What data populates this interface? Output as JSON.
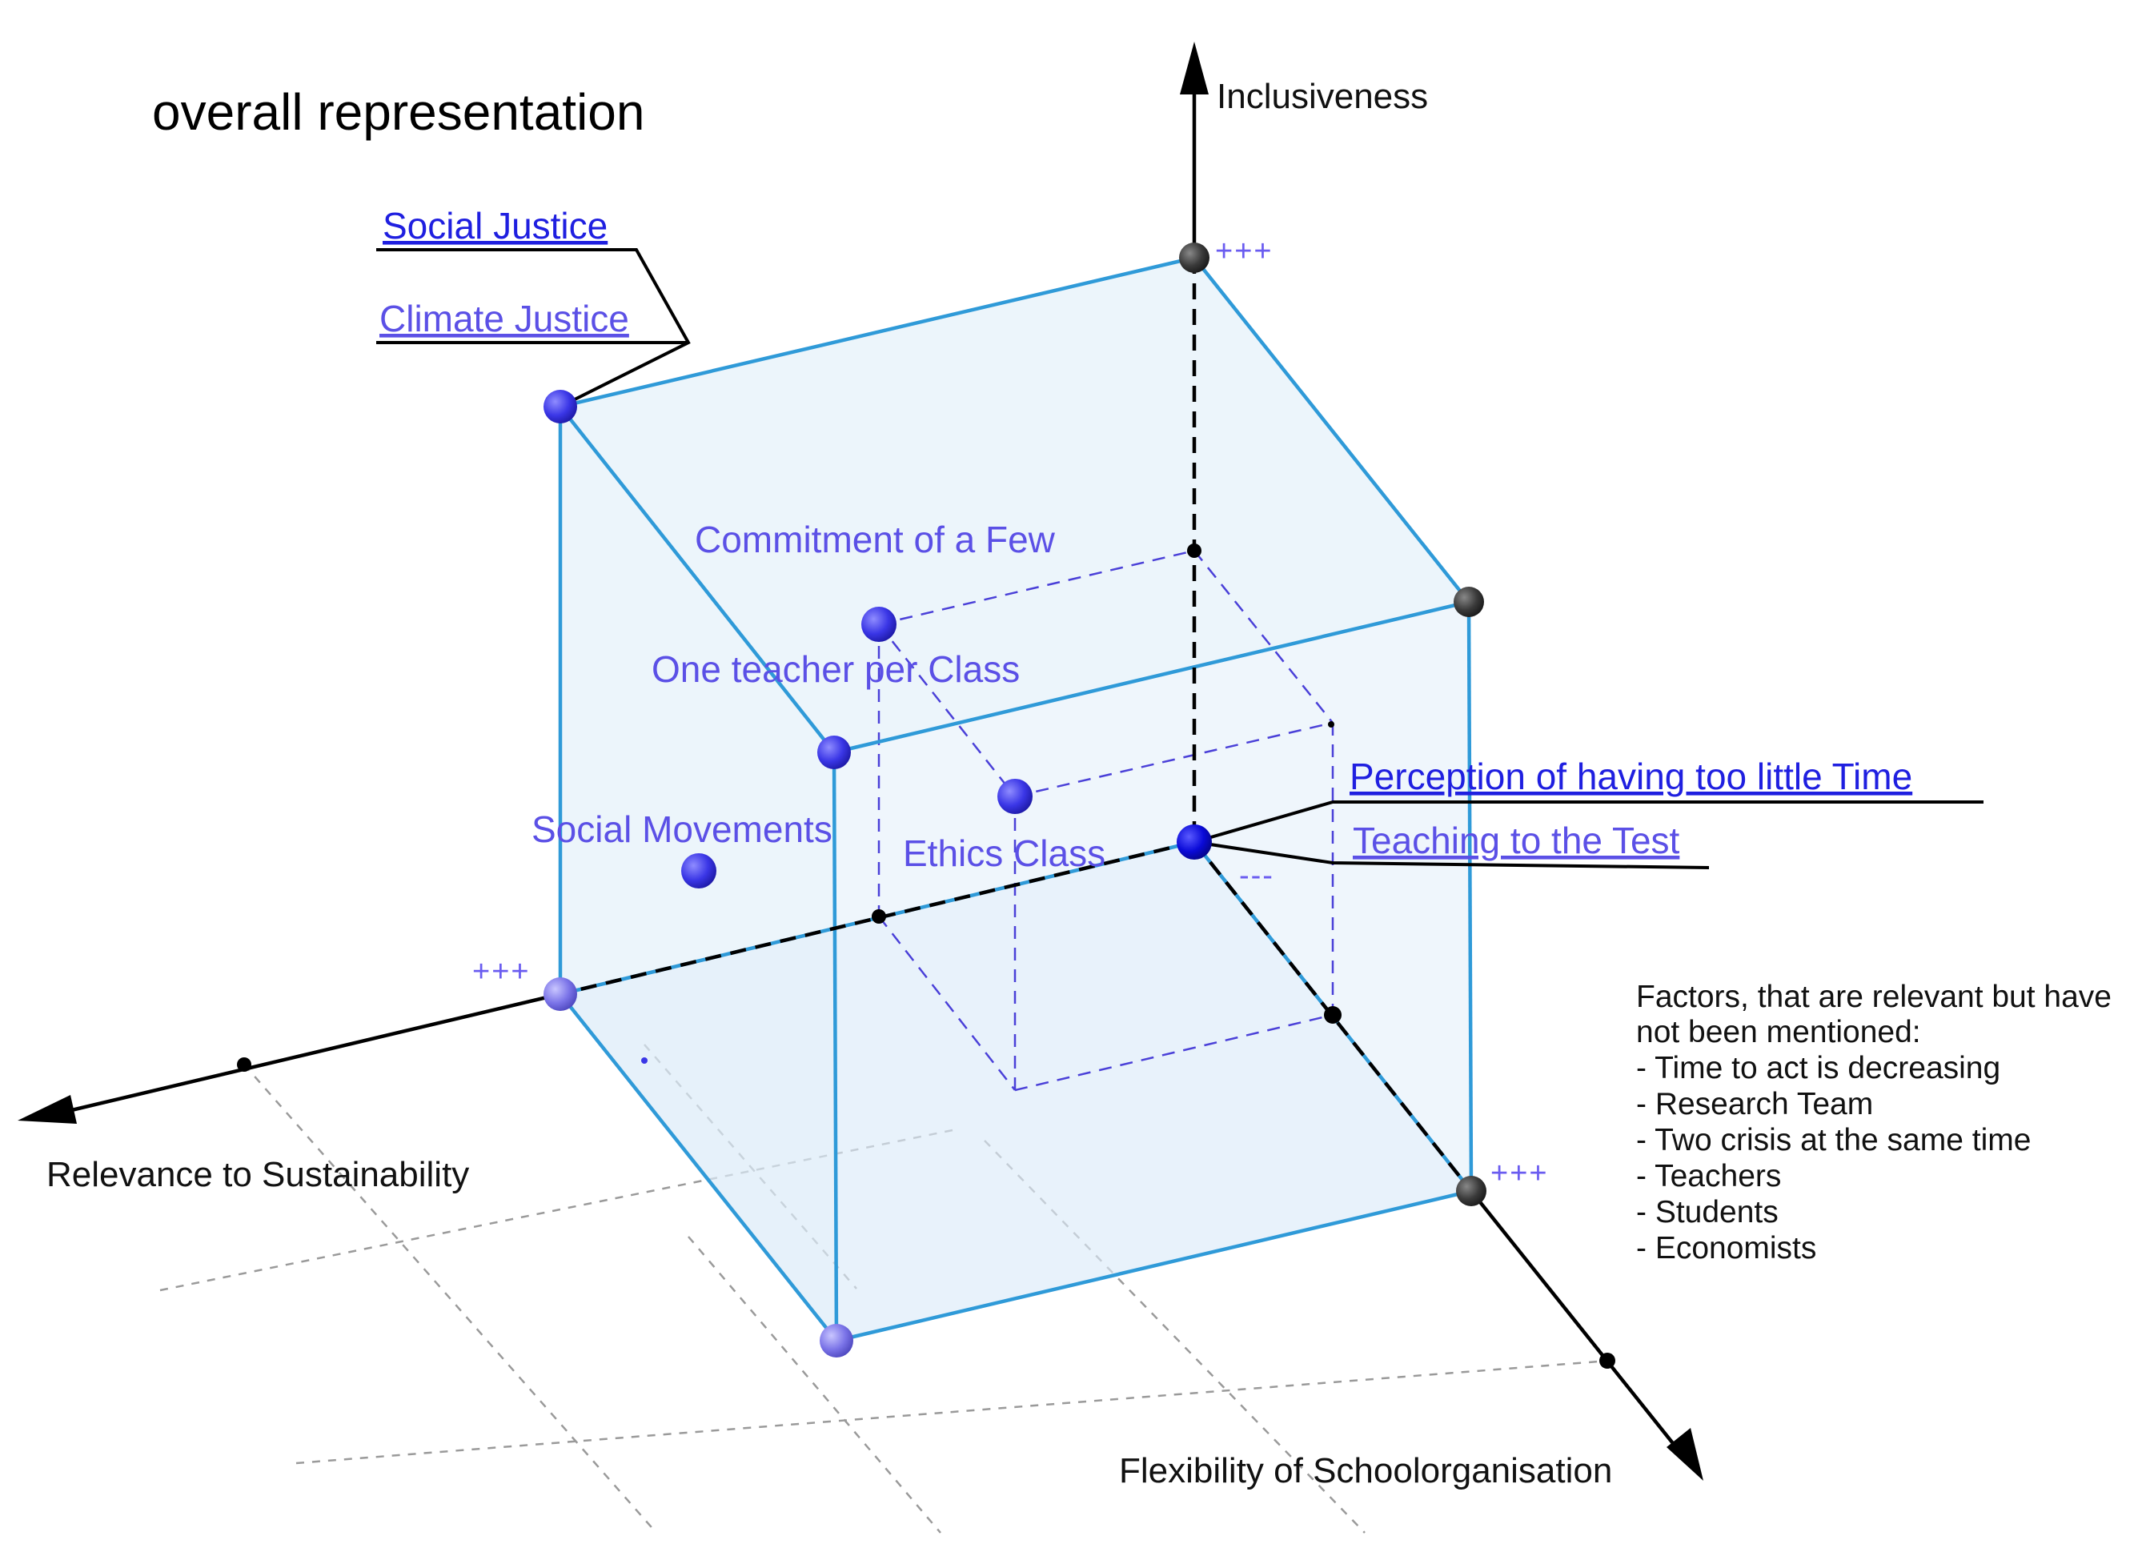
{
  "title": "overall representation",
  "axes": {
    "vertical": "Inclusiveness",
    "left": "Relevance to Sustainability",
    "right": "Flexibility of Schoolorganisation"
  },
  "scale_marks": {
    "high": "+++",
    "low": "---"
  },
  "factors": {
    "social_justice": "Social Justice",
    "climate_justice": "Climate Justice",
    "commitment": "Commitment of a Few",
    "one_teacher": "One teacher per Class",
    "social_movements": "Social Movements",
    "ethics_class": "Ethics Class",
    "perception_time": "Perception of having too little Time",
    "teaching_test": "Teaching to the Test"
  },
  "notes": {
    "heading_line1": "Factors, that are relevant but have",
    "heading_line2": "not been mentioned:",
    "items": [
      "- Time to act is decreasing",
      "- Research Team",
      "- Two crisis at the same time",
      "- Teachers",
      "- Students",
      "- Economists"
    ]
  },
  "colors": {
    "cube_edge": "#2f9ad8",
    "cube_fill": "#dcecf8",
    "point_blue": "#3a36e6",
    "point_dark": "#333333",
    "label_blue": "#5b50e6",
    "label_strong": "#1f1fe0",
    "axis": "#000000"
  }
}
